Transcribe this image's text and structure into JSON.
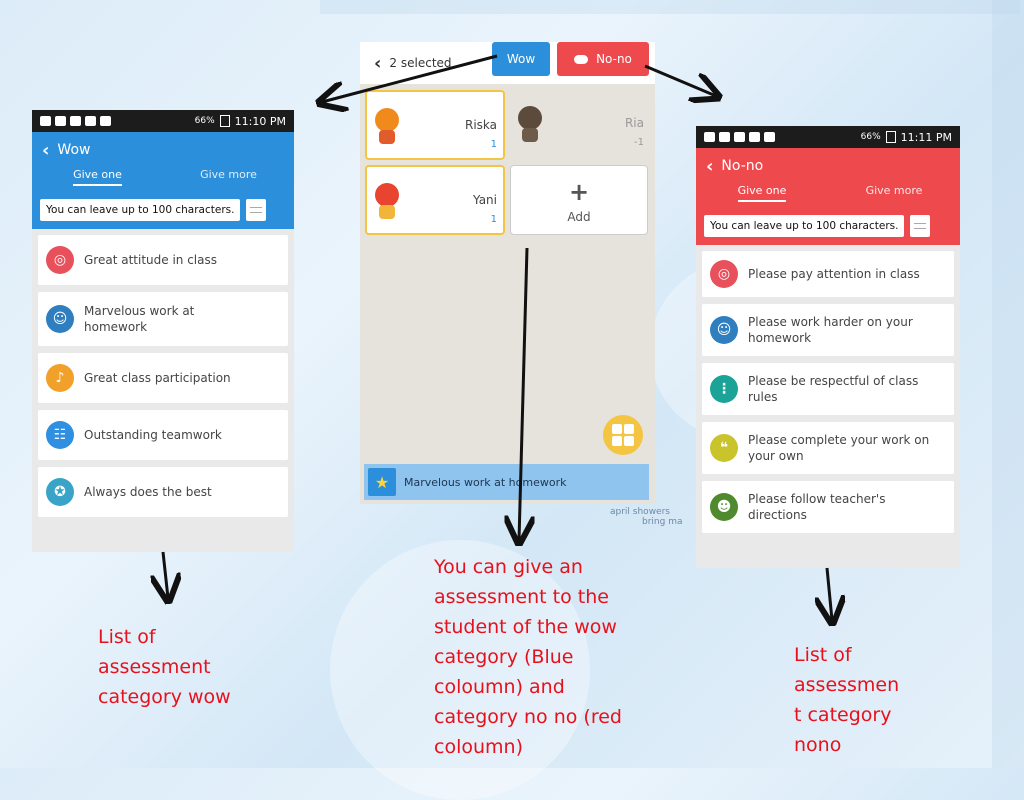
{
  "left_phone": {
    "status_time": "11:10 PM",
    "status_battery": "66%",
    "title": "Wow",
    "tabs": [
      "Give one",
      "Give more"
    ],
    "note_placeholder": "You can leave up to 100 characters.",
    "items": [
      {
        "label": "Great attitude in class",
        "icon": "target-icon",
        "color": "#e8505b"
      },
      {
        "label": "Marvelous work at homework",
        "icon": "student-face-icon",
        "color": "#2f7fc0"
      },
      {
        "label": "Great class participation",
        "icon": "microphone-icon",
        "color": "#f1a02a"
      },
      {
        "label": "Outstanding teamwork",
        "icon": "team-icon",
        "color": "#2f8fe0"
      },
      {
        "label": "Always does the best",
        "icon": "ribbon-icon",
        "color": "#3aa3c8"
      }
    ],
    "accent": "#2c8fdb"
  },
  "right_phone": {
    "status_time": "11:11 PM",
    "status_battery": "66%",
    "title": "No-no",
    "tabs": [
      "Give one",
      "Give more"
    ],
    "note_placeholder": "You can leave up to 100 characters.",
    "items": [
      {
        "label": "Please pay attention in class",
        "icon": "target-icon",
        "color": "#e8505b"
      },
      {
        "label": "Please work harder on your homework",
        "icon": "student-face-icon",
        "color": "#2f7fc0"
      },
      {
        "label": "Please be respectful of class rules",
        "icon": "traffic-light-icon",
        "color": "#1aa396"
      },
      {
        "label": "Please complete your work on your own",
        "icon": "quote-icon",
        "color": "#c9c42b"
      },
      {
        "label": "Please follow teacher's directions",
        "icon": "teacher-icon",
        "color": "#4f8a2e"
      }
    ],
    "accent": "#ee4a4e"
  },
  "middle": {
    "selected_label": "2 selected",
    "wow_label": "Wow",
    "nono_label": "No-no",
    "students": [
      {
        "name": "Riska",
        "score": "1"
      },
      {
        "name": "Ria",
        "score": "-1"
      },
      {
        "name": "Yani",
        "score": "1"
      }
    ],
    "add_label": "Add",
    "bottom_text": "Marvelous work at homework"
  },
  "watermark": {
    "line1": "april showers",
    "line2": "bring ma"
  },
  "captions": {
    "left": "List of assessment category wow",
    "middle": "You can give an assessment to the student of the wow category (Blue coloumn) and category no no (red coloumn)",
    "right": "List of assessmen t category nono"
  }
}
